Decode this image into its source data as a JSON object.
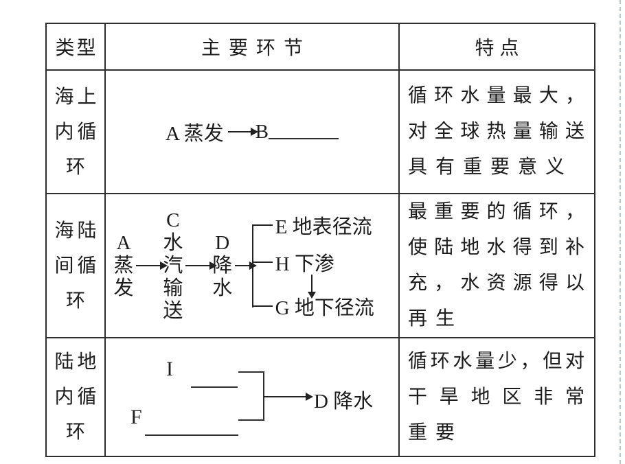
{
  "colors": {
    "table_border": "#2e2e2e",
    "ink": "#1c1c1c",
    "edge_dash": "#b7c6d0",
    "background": "#ffffff"
  },
  "header": {
    "col_type": "类型",
    "col_main": "主要环节",
    "col_feature": "特点"
  },
  "row_sea": {
    "type_lines": [
      "海上",
      "内循",
      "环"
    ],
    "main": {
      "a": "A 蒸发",
      "b": "B"
    },
    "feature_lines": [
      "循环水量最大，",
      "对全球热量输送",
      "具有重要意义"
    ]
  },
  "row_sea_land": {
    "type_lines": [
      "海陆",
      "间循",
      "环"
    ],
    "main": {
      "a_letter": "A",
      "a_chars": "蒸发",
      "c_letter": "C",
      "c_chars": "水汽输送",
      "d_letter": "D",
      "d_chars": "降水",
      "e": "E 地表径流",
      "h": "H 下渗",
      "g": "G 地下径流"
    },
    "feature_lines": [
      "最重要的循环，",
      "使陆地水得到补",
      "充，水资源得以",
      "再生"
    ]
  },
  "row_land": {
    "type_lines": [
      "陆地",
      "内循",
      "环"
    ],
    "main": {
      "i": "I",
      "f": "F",
      "d": "D 降水"
    },
    "feature_lines": [
      "循环水量少，但对",
      "干旱地区非常",
      "重要"
    ]
  }
}
